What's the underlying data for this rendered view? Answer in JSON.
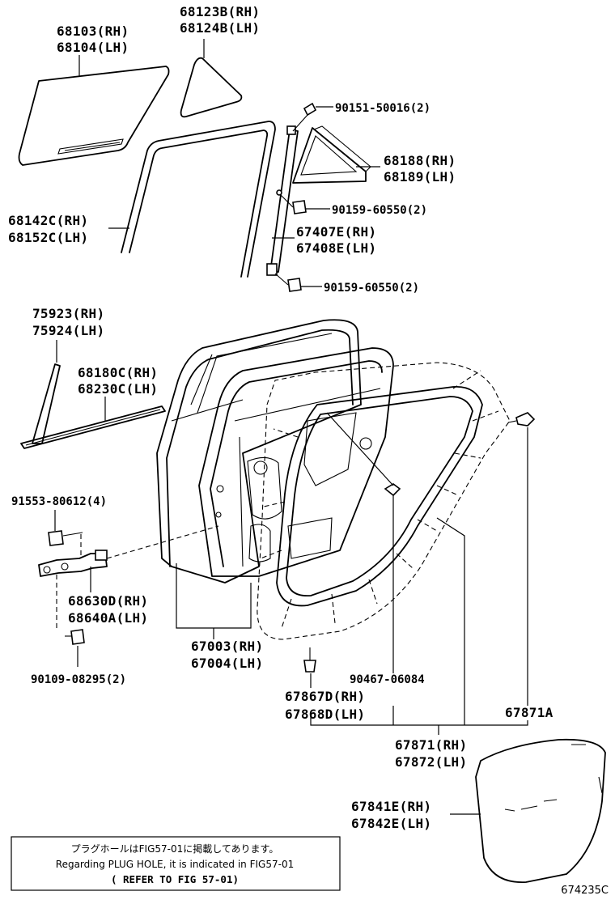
{
  "labels": {
    "glass_rh": "68103(RH)",
    "glass_lh": "68104(LH)",
    "quarter_glass_rh": "68123B(RH)",
    "quarter_glass_lh": "68124B(LH)",
    "clip_screw": "90151-50016(2)",
    "quarter_frame_rh": "68188(RH)",
    "quarter_frame_lh": "68189(LH)",
    "bolt_upper": "90159-60550(2)",
    "run_rh": "68142C(RH)",
    "run_lh": "68152C(LH)",
    "division_bar_rh": "67407E(RH)",
    "division_bar_lh": "67408E(LH)",
    "bolt_lower": "90159-60550(2)",
    "garnish_rh": "75923(RH)",
    "garnish_lh": "75924(LH)",
    "belt_moulding_rh": "68180C(RH)",
    "belt_moulding_lh": "68230C(LH)",
    "hinge_bolt": "91553-80612(4)",
    "hinge_rh": "68630D(RH)",
    "hinge_lh": "68640A(LH)",
    "hinge_screw": "90109-08295(2)",
    "door_panel_rh": "67003(RH)",
    "door_panel_lh": "67004(LH)",
    "plug": "90467-06084",
    "clip_rh": "67867D(RH)",
    "clip_lh": "67868D(LH)",
    "weatherstrip_sub": "67871A",
    "weatherstrip_rh": "67871(RH)",
    "weatherstrip_lh": "67872(LH)",
    "hole_cover_rh": "67841E(RH)",
    "hole_cover_lh": "67842E(LH)"
  },
  "note": {
    "line_jp": "プラグホールはFIG57-01に掲載してあります。",
    "line_en": "Regarding PLUG HOLE, it is indicated in FIG57-01",
    "line_ref": "( REFER TO FIG 57-01)"
  },
  "figure_id": "674235C"
}
